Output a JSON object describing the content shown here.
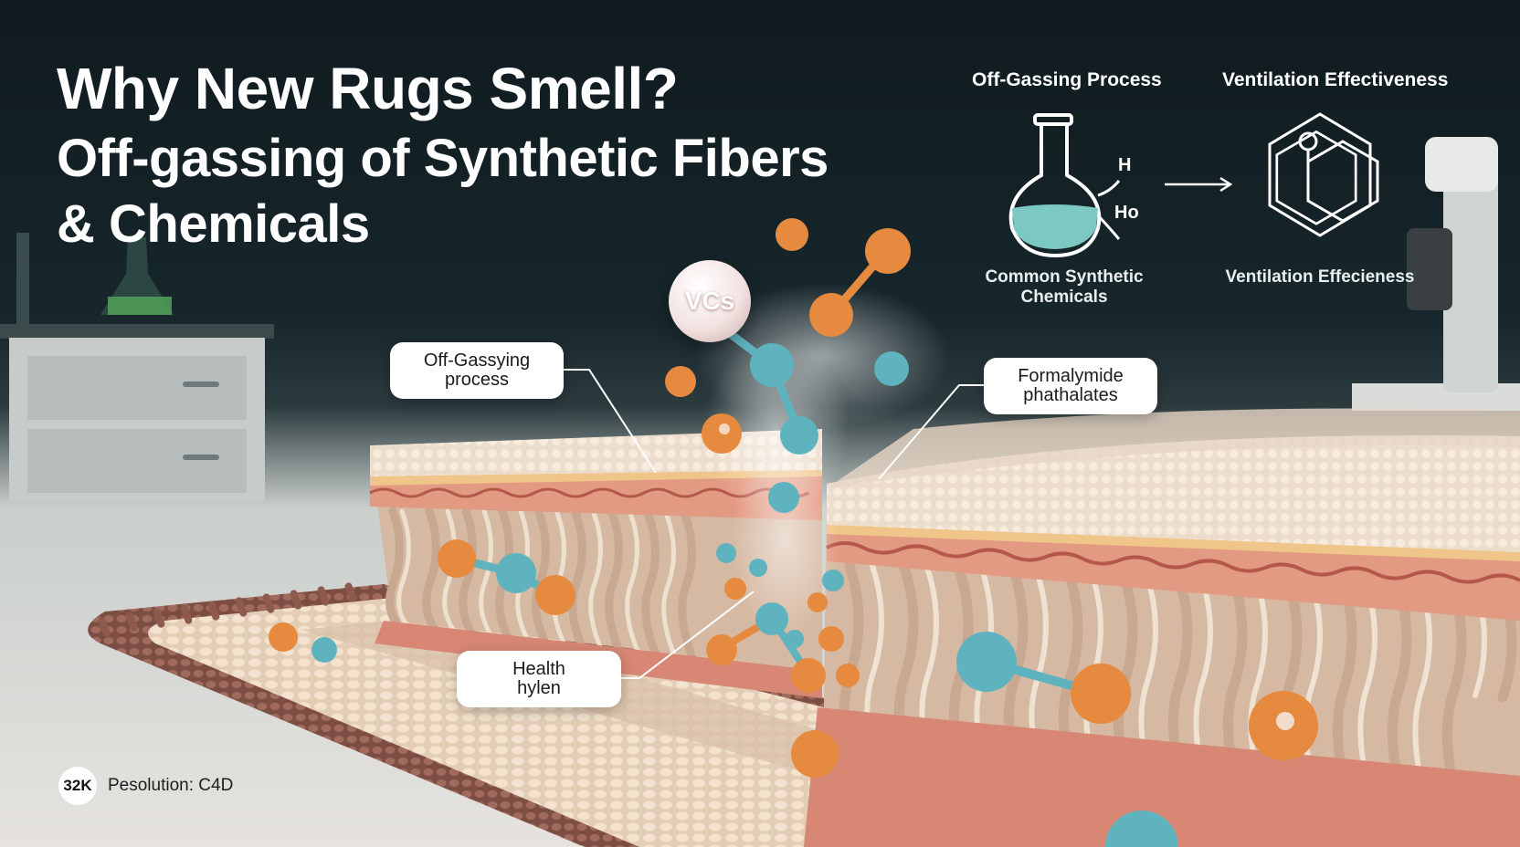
{
  "title": {
    "line1": "Why New Rugs Smell?",
    "line2": "Off-gassing of Synthetic Fibers",
    "line3": "& Chemicals"
  },
  "icons": {
    "offgassing_title": "Off-Gassing Process",
    "ventilation_title": "Ventilation Effectiveness",
    "flask_symbol_h": "H",
    "flask_symbol_ho": "Ho",
    "flask_caption": "Common Synthetic\nChemicals",
    "ventilation_caption": "Ventilation Effecieness"
  },
  "callouts": {
    "offgassing": "Off-Gassying\nprocess",
    "formaldehyde": "Formalymide\nphathalates",
    "health": "Health\nhylen"
  },
  "molecule_label": "VCs",
  "footer": {
    "badge": "32K",
    "resolution": "Pesolution: C4D"
  },
  "colors": {
    "orange": "#e58a3e",
    "teal": "#5fb3bf",
    "rug_cream": "#e9d9c6",
    "rug_brown": "#8a5a4e",
    "backing_pink": "#d98a78"
  }
}
